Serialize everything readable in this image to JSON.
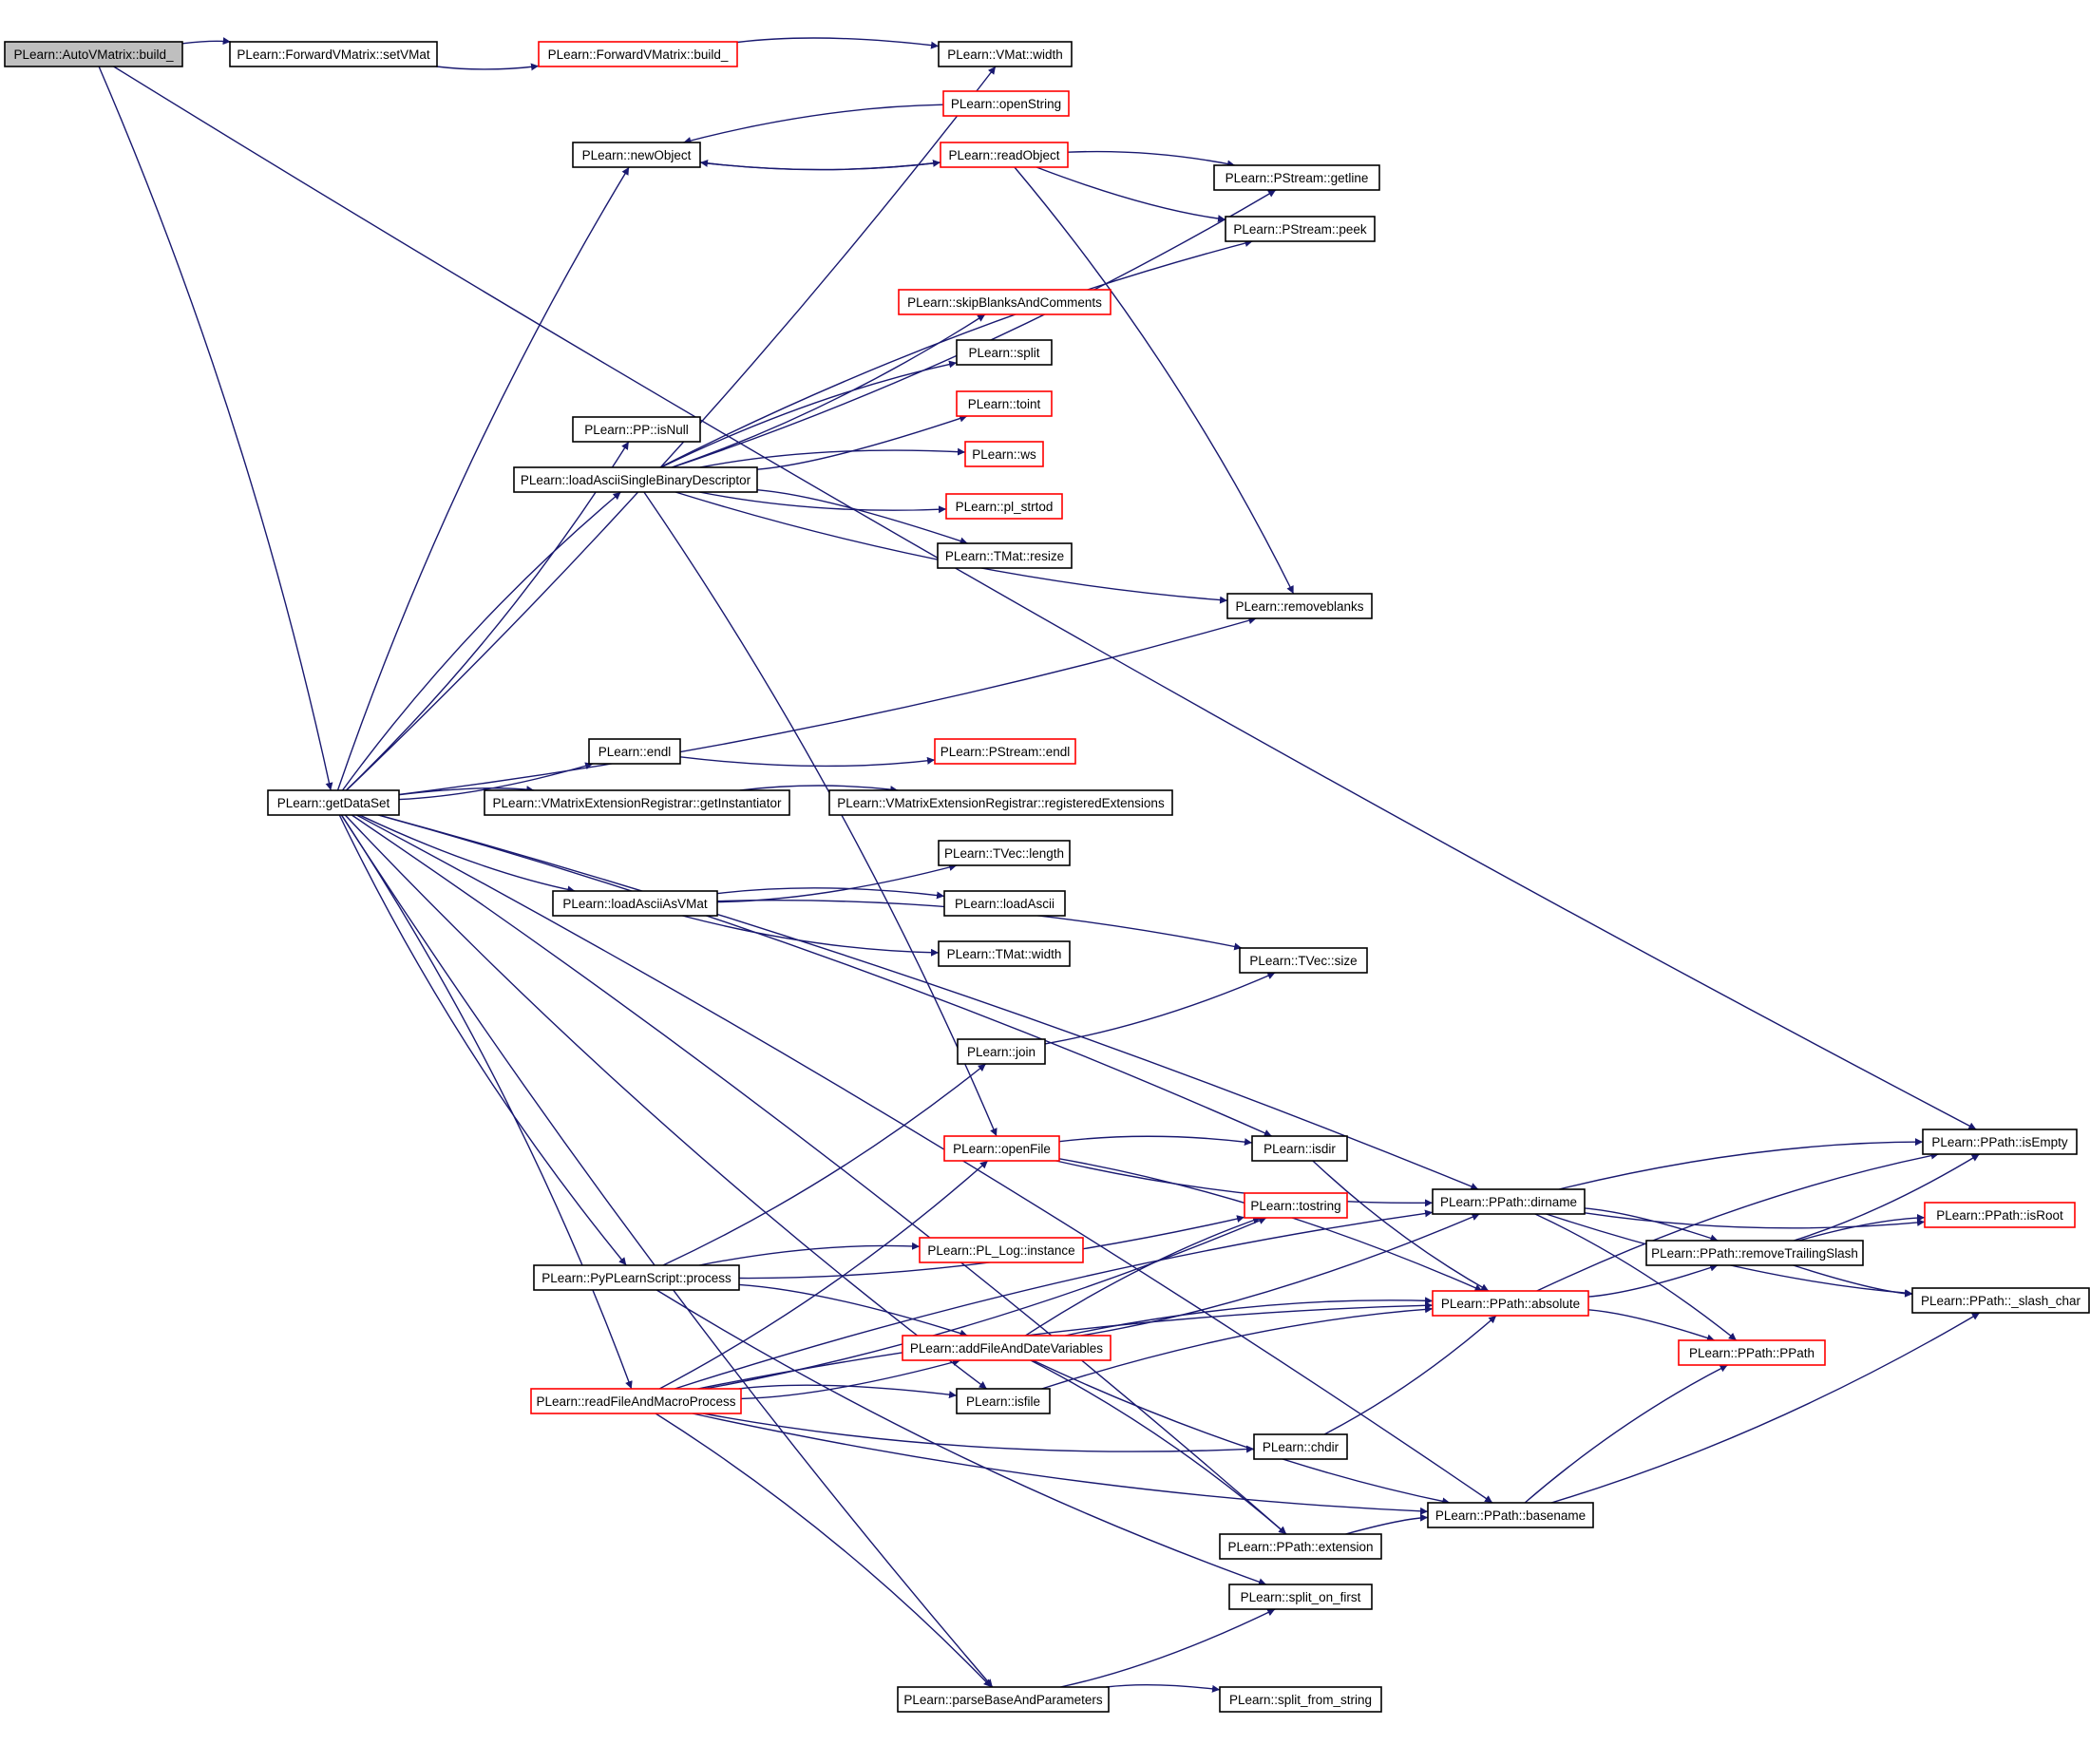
{
  "colors": {
    "edge": "#191970",
    "node_border": "#000000",
    "node_border_highlight": "#ff0000",
    "root_fill": "#bfbfbf",
    "node_fill": "#ffffff"
  },
  "nodes": [
    {
      "id": "autovm_build",
      "label": "PLearn::AutoVMatrix::build_",
      "style": "root"
    },
    {
      "id": "fwd_setvmat",
      "label": "PLearn::ForwardVMatrix::setVMat",
      "style": "normal"
    },
    {
      "id": "fwd_build",
      "label": "PLearn::ForwardVMatrix::build_",
      "style": "red"
    },
    {
      "id": "vmat_width",
      "label": "PLearn::VMat::width",
      "style": "normal"
    },
    {
      "id": "openstring",
      "label": "PLearn::openString",
      "style": "red"
    },
    {
      "id": "newobject",
      "label": "PLearn::newObject",
      "style": "normal"
    },
    {
      "id": "readobject",
      "label": "PLearn::readObject",
      "style": "red"
    },
    {
      "id": "getline",
      "label": "PLearn::PStream::getline",
      "style": "normal"
    },
    {
      "id": "peek",
      "label": "PLearn::PStream::peek",
      "style": "normal"
    },
    {
      "id": "skipblanks",
      "label": "PLearn::skipBlanksAndComments",
      "style": "red"
    },
    {
      "id": "split",
      "label": "PLearn::split",
      "style": "normal"
    },
    {
      "id": "toint",
      "label": "PLearn::toint",
      "style": "red"
    },
    {
      "id": "ppisnull",
      "label": "PLearn::PP::isNull",
      "style": "normal"
    },
    {
      "id": "loadasciibin",
      "label": "PLearn::loadAsciiSingleBinaryDescriptor",
      "style": "normal"
    },
    {
      "id": "ws",
      "label": "PLearn::ws",
      "style": "red"
    },
    {
      "id": "strtod",
      "label": "PLearn::pl_strtod",
      "style": "red"
    },
    {
      "id": "tmat_resize",
      "label": "PLearn::TMat::resize",
      "style": "normal"
    },
    {
      "id": "removeblanks",
      "label": "PLearn::removeblanks",
      "style": "normal"
    },
    {
      "id": "endl",
      "label": "PLearn::endl",
      "style": "normal"
    },
    {
      "id": "pstream_endl",
      "label": "PLearn::PStream::endl",
      "style": "red"
    },
    {
      "id": "getdataset",
      "label": "PLearn::getDataSet",
      "style": "normal"
    },
    {
      "id": "getinst",
      "label": "PLearn::VMatrixExtensionRegistrar::getInstantiator",
      "style": "normal"
    },
    {
      "id": "regext",
      "label": "PLearn::VMatrixExtensionRegistrar::registeredExtensions",
      "style": "normal"
    },
    {
      "id": "tvec_length",
      "label": "PLearn::TVec::length",
      "style": "normal"
    },
    {
      "id": "loadasciiasvmat",
      "label": "PLearn::loadAsciiAsVMat",
      "style": "normal"
    },
    {
      "id": "loadascii",
      "label": "PLearn::loadAscii",
      "style": "normal"
    },
    {
      "id": "tmat_width",
      "label": "PLearn::TMat::width",
      "style": "normal"
    },
    {
      "id": "tvec_size",
      "label": "PLearn::TVec::size",
      "style": "normal"
    },
    {
      "id": "join",
      "label": "PLearn::join",
      "style": "normal"
    },
    {
      "id": "openfile",
      "label": "PLearn::openFile",
      "style": "red"
    },
    {
      "id": "isdir",
      "label": "PLearn::isdir",
      "style": "normal"
    },
    {
      "id": "isempty",
      "label": "PLearn::PPath::isEmpty",
      "style": "normal"
    },
    {
      "id": "dirname",
      "label": "PLearn::PPath::dirname",
      "style": "normal"
    },
    {
      "id": "isroot",
      "label": "PLearn::PPath::isRoot",
      "style": "red"
    },
    {
      "id": "tostring",
      "label": "PLearn::tostring",
      "style": "red"
    },
    {
      "id": "removetrailing",
      "label": "PLearn::PPath::removeTrailingSlash",
      "style": "normal"
    },
    {
      "id": "pllog",
      "label": "PLearn::PL_Log::instance",
      "style": "red"
    },
    {
      "id": "pyprocess",
      "label": "PLearn::PyPLearnScript::process",
      "style": "normal"
    },
    {
      "id": "slashchar",
      "label": "PLearn::PPath::_slash_char",
      "style": "normal"
    },
    {
      "id": "absolute",
      "label": "PLearn::PPath::absolute",
      "style": "red"
    },
    {
      "id": "addfiledate",
      "label": "PLearn::addFileAndDateVariables",
      "style": "red"
    },
    {
      "id": "ppath",
      "label": "PLearn::PPath::PPath",
      "style": "red"
    },
    {
      "id": "readfilemacro",
      "label": "PLearn::readFileAndMacroProcess",
      "style": "red"
    },
    {
      "id": "isfile",
      "label": "PLearn::isfile",
      "style": "normal"
    },
    {
      "id": "chdir",
      "label": "PLearn::chdir",
      "style": "normal"
    },
    {
      "id": "basename",
      "label": "PLearn::PPath::basename",
      "style": "normal"
    },
    {
      "id": "extension",
      "label": "PLearn::PPath::extension",
      "style": "normal"
    },
    {
      "id": "splitonfirst",
      "label": "PLearn::split_on_first",
      "style": "normal"
    },
    {
      "id": "parsebase",
      "label": "PLearn::parseBaseAndParameters",
      "style": "normal"
    },
    {
      "id": "splitfromstring",
      "label": "PLearn::split_from_string",
      "style": "normal"
    }
  ],
  "edges": [
    [
      "autovm_build",
      "fwd_setvmat"
    ],
    [
      "autovm_build",
      "isempty"
    ],
    [
      "autovm_build",
      "getdataset"
    ],
    [
      "fwd_setvmat",
      "fwd_build"
    ],
    [
      "fwd_build",
      "vmat_width"
    ],
    [
      "getdataset",
      "vmat_width"
    ],
    [
      "getdataset",
      "newobject"
    ],
    [
      "getdataset",
      "ppisnull"
    ],
    [
      "getdataset",
      "loadasciibin"
    ],
    [
      "getdataset",
      "removeblanks"
    ],
    [
      "getdataset",
      "dirname"
    ],
    [
      "getdataset",
      "endl"
    ],
    [
      "getdataset",
      "getinst"
    ],
    [
      "getdataset",
      "loadasciiasvmat"
    ],
    [
      "getdataset",
      "isdir"
    ],
    [
      "getdataset",
      "pyprocess"
    ],
    [
      "getdataset",
      "readfilemacro"
    ],
    [
      "getdataset",
      "isfile"
    ],
    [
      "getdataset",
      "extension"
    ],
    [
      "getdataset",
      "parsebase"
    ],
    [
      "getdataset",
      "basename"
    ],
    [
      "newobject",
      "readobject"
    ],
    [
      "readobject",
      "newobject"
    ],
    [
      "openstring",
      "newobject"
    ],
    [
      "readobject",
      "getline"
    ],
    [
      "readobject",
      "peek"
    ],
    [
      "readobject",
      "removeblanks"
    ],
    [
      "loadasciibin",
      "getline"
    ],
    [
      "loadasciibin",
      "peek"
    ],
    [
      "loadasciibin",
      "skipblanks"
    ],
    [
      "loadasciibin",
      "split"
    ],
    [
      "loadasciibin",
      "toint"
    ],
    [
      "loadasciibin",
      "ws"
    ],
    [
      "loadasciibin",
      "strtod"
    ],
    [
      "loadasciibin",
      "tmat_resize"
    ],
    [
      "loadasciibin",
      "removeblanks"
    ],
    [
      "loadasciibin",
      "openfile"
    ],
    [
      "endl",
      "pstream_endl"
    ],
    [
      "getinst",
      "regext"
    ],
    [
      "loadasciiasvmat",
      "tvec_length"
    ],
    [
      "loadasciiasvmat",
      "loadascii"
    ],
    [
      "loadasciiasvmat",
      "tmat_width"
    ],
    [
      "loadasciiasvmat",
      "tvec_size"
    ],
    [
      "join",
      "tvec_size"
    ],
    [
      "openfile",
      "isdir"
    ],
    [
      "openfile",
      "dirname"
    ],
    [
      "openfile",
      "absolute"
    ],
    [
      "isdir",
      "absolute"
    ],
    [
      "dirname",
      "isempty"
    ],
    [
      "dirname",
      "isroot"
    ],
    [
      "dirname",
      "removetrailing"
    ],
    [
      "dirname",
      "slashchar"
    ],
    [
      "dirname",
      "ppath"
    ],
    [
      "removetrailing",
      "isempty"
    ],
    [
      "removetrailing",
      "isroot"
    ],
    [
      "removetrailing",
      "slashchar"
    ],
    [
      "absolute",
      "isempty"
    ],
    [
      "absolute",
      "removetrailing"
    ],
    [
      "absolute",
      "ppath"
    ],
    [
      "pyprocess",
      "join"
    ],
    [
      "pyprocess",
      "pllog"
    ],
    [
      "pyprocess",
      "tostring"
    ],
    [
      "pyprocess",
      "addfiledate"
    ],
    [
      "pyprocess",
      "splitonfirst"
    ],
    [
      "addfiledate",
      "tostring"
    ],
    [
      "addfiledate",
      "dirname"
    ],
    [
      "addfiledate",
      "absolute"
    ],
    [
      "addfiledate",
      "basename"
    ],
    [
      "addfiledate",
      "extension"
    ],
    [
      "readfilemacro",
      "openfile"
    ],
    [
      "readfilemacro",
      "dirname"
    ],
    [
      "readfilemacro",
      "addfiledate"
    ],
    [
      "readfilemacro",
      "isfile"
    ],
    [
      "readfilemacro",
      "chdir"
    ],
    [
      "readfilemacro",
      "absolute"
    ],
    [
      "readfilemacro",
      "basename"
    ],
    [
      "readfilemacro",
      "parsebase"
    ],
    [
      "readfilemacro",
      "tostring"
    ],
    [
      "isfile",
      "absolute"
    ],
    [
      "chdir",
      "absolute"
    ],
    [
      "basename",
      "ppath"
    ],
    [
      "basename",
      "slashchar"
    ],
    [
      "extension",
      "basename"
    ],
    [
      "parsebase",
      "splitonfirst"
    ],
    [
      "parsebase",
      "splitfromstring"
    ]
  ]
}
